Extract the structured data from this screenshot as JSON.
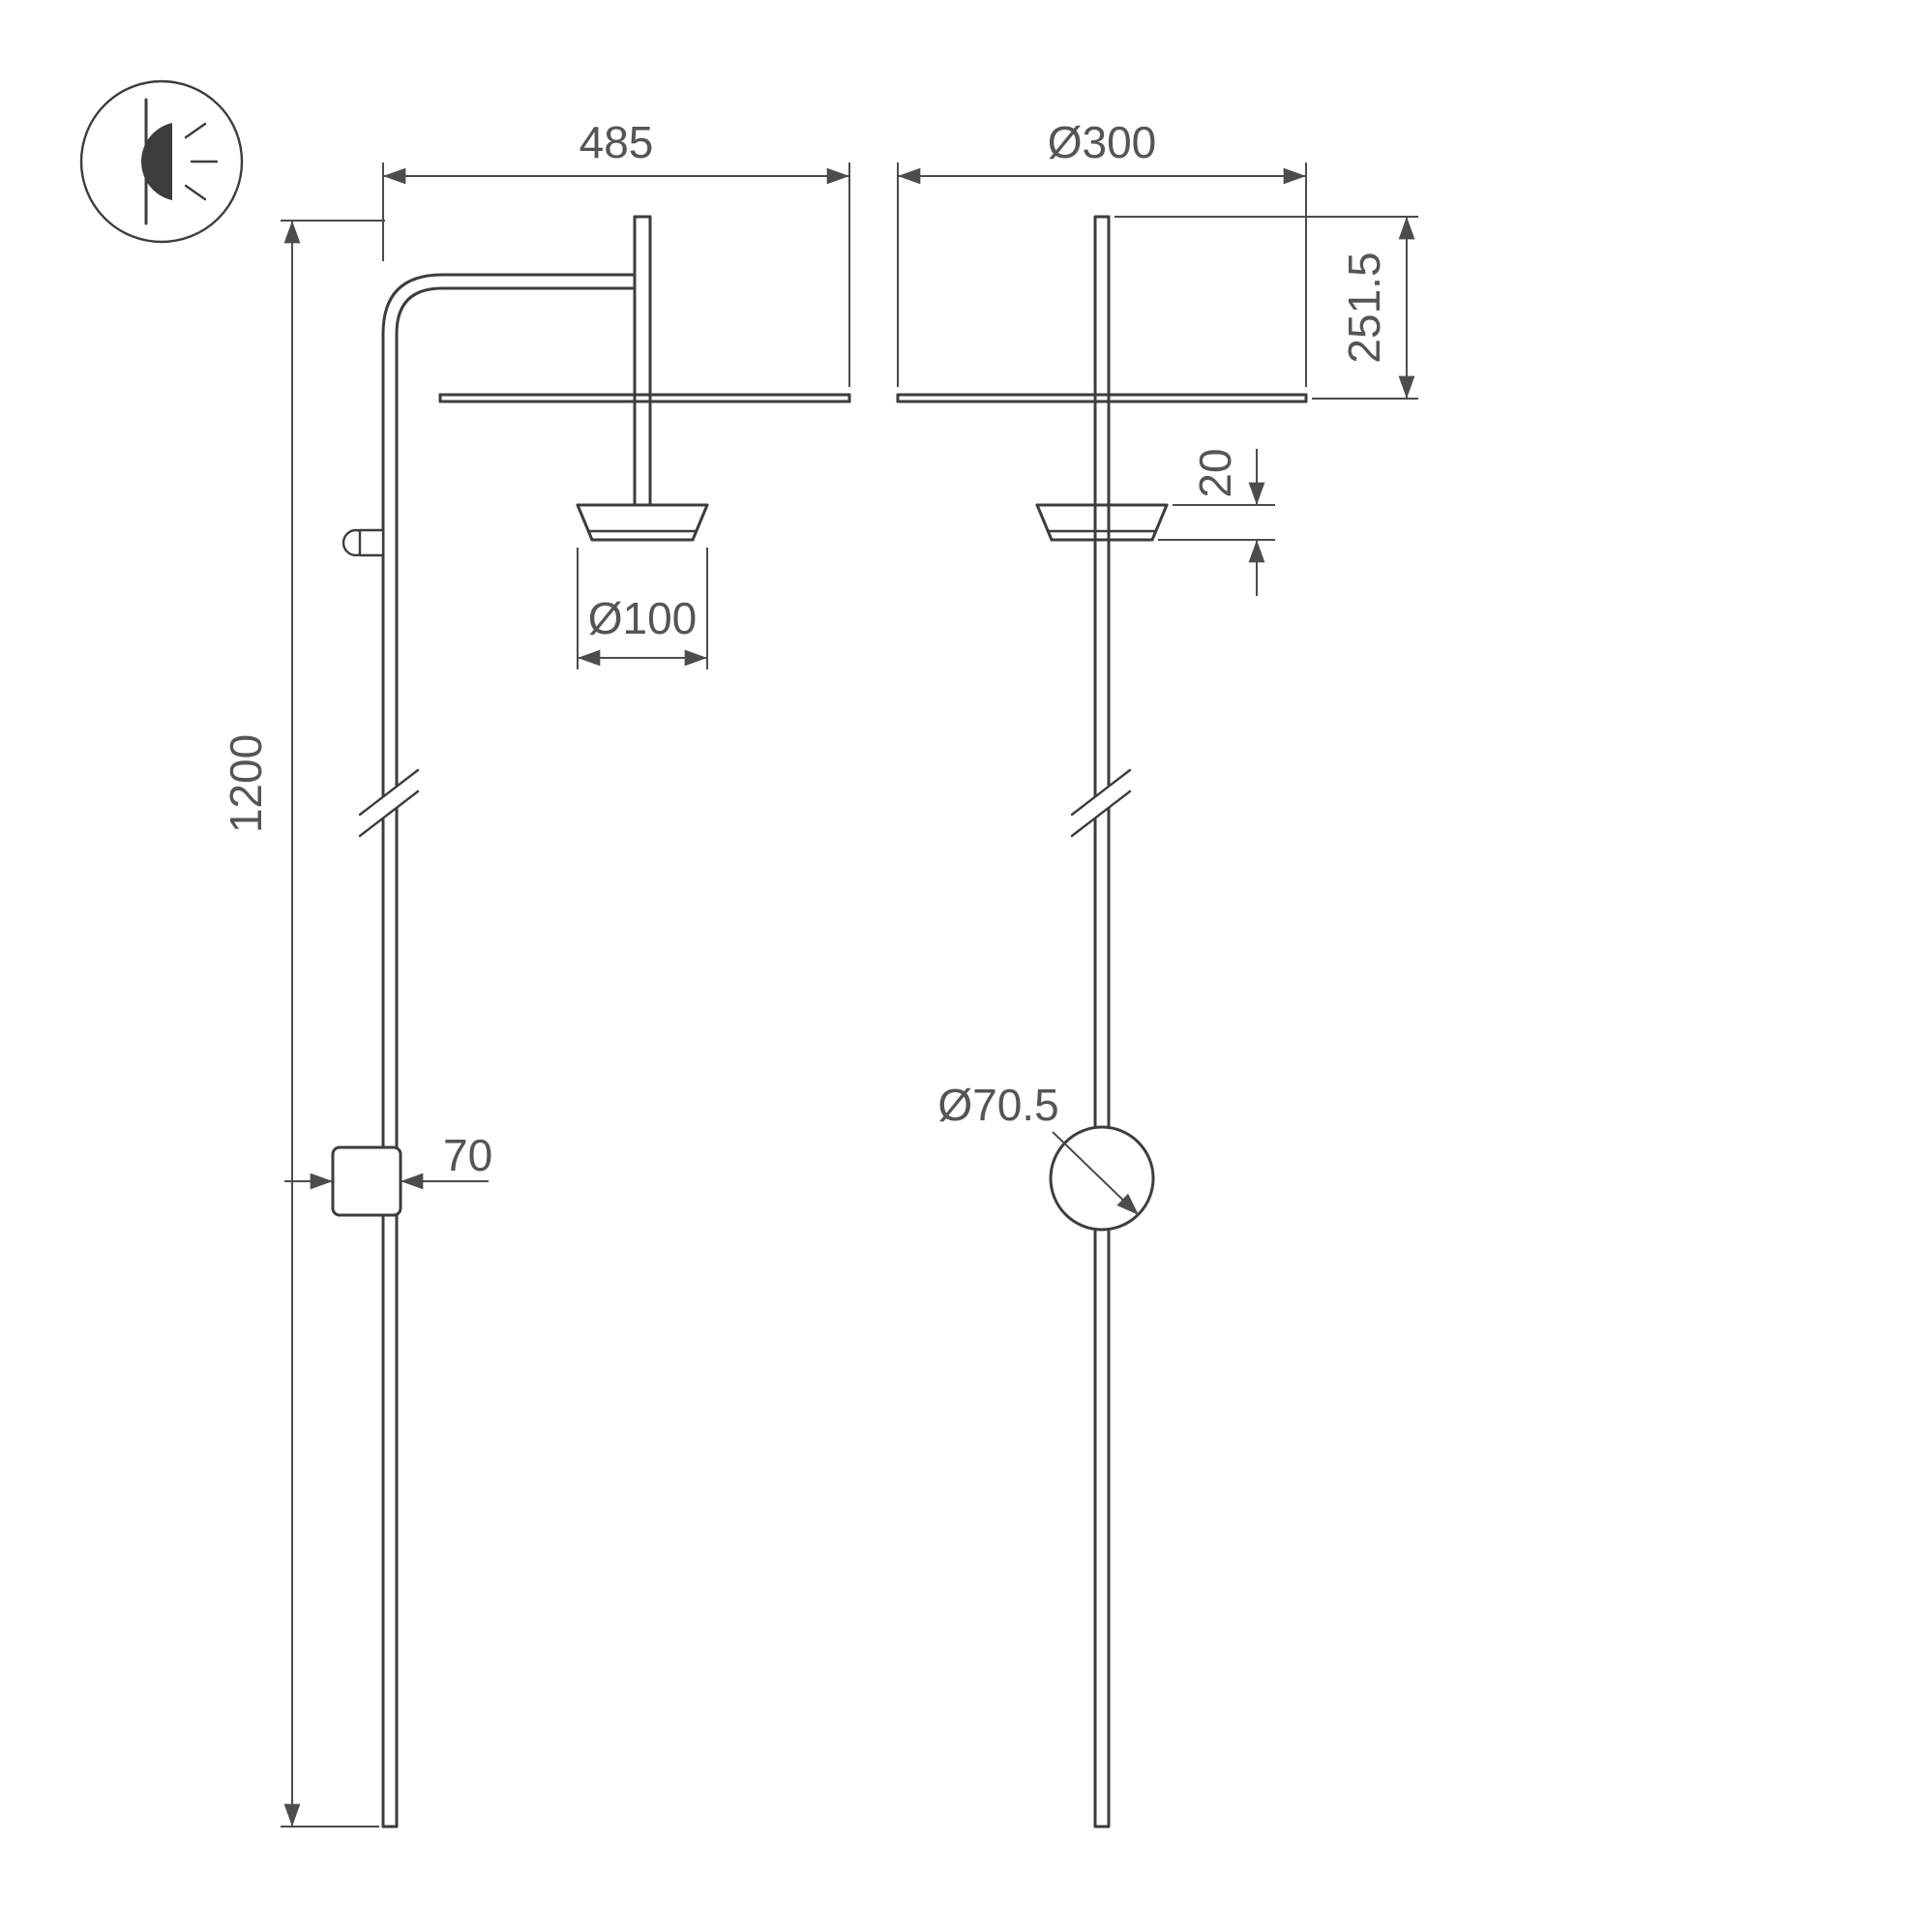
{
  "drawing": {
    "type": "technical-dimension-drawing",
    "subject": "wall lamp with disc shade",
    "icons": {
      "wall_lamp": "wall-lamp-icon"
    },
    "colors": {
      "background": "#ffffff",
      "object_line": "#3d3d3d",
      "dimension_line": "#4c4c4c",
      "dimension_text": "#555555"
    },
    "front_view": {
      "overall_width": "485",
      "overall_height": "1200",
      "head_diameter": "Ø100",
      "mount_width": "70"
    },
    "side_view": {
      "shade_diameter": "Ø300",
      "shade_drop": "251.5",
      "head_height": "20",
      "mount_diameter": "Ø70.5"
    }
  }
}
